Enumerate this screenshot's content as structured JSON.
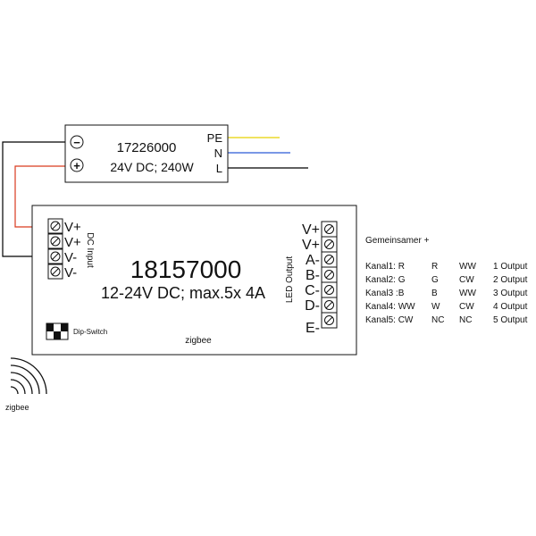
{
  "psu": {
    "model": "17226000",
    "spec": "24V DC; 240W",
    "minus_symbol": "−",
    "plus_symbol": "+",
    "terminals": [
      "PE",
      "N",
      "L"
    ]
  },
  "controller": {
    "model": "18157000",
    "spec": "12-24V DC; max.5x 4A",
    "dc_input_label": "DC Input",
    "dc_terminals": [
      "V+",
      "V+",
      "V-",
      "V-"
    ],
    "led_output_label": "LED Output",
    "led_terminals": [
      "V+",
      "V+",
      "A-",
      "B-",
      "C-",
      "D-",
      "E-"
    ],
    "dip_switch_label": "Dip-Switch",
    "zigbee_label": "zigbee"
  },
  "zigbee_icon_label": "zigbee",
  "legend": {
    "heading": "Gemeinsamer +",
    "rows": [
      [
        "Kanal1: R",
        "R",
        "WW",
        "1 Output"
      ],
      [
        "Kanal2: G",
        "G",
        "CW",
        "2 Output"
      ],
      [
        "Kanal3 :B",
        "B",
        "WW",
        "3 Output"
      ],
      [
        "Kanal4: WW",
        "W",
        "CW",
        "4 Output"
      ],
      [
        "Kanal5: CW",
        "NC",
        "NC",
        "5 Output"
      ]
    ]
  },
  "colors": {
    "pe_wire": "#e8d200",
    "n_wire": "#2a5bd7",
    "l_wire": "#000000",
    "positive_wire": "#d93a1f",
    "negative_wire": "#000000"
  }
}
